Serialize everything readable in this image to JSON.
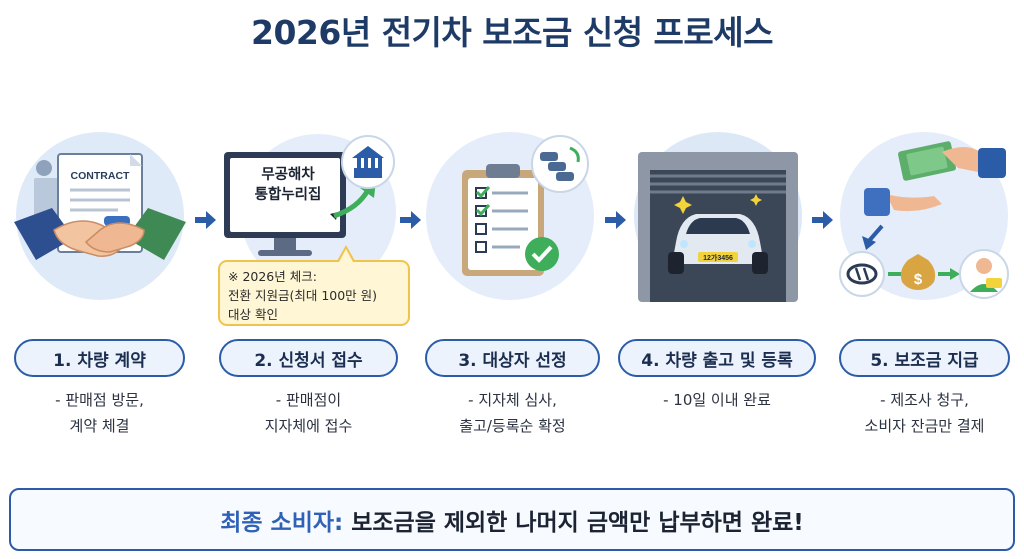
{
  "title": "2026년 전기차 보조금 신청 프로세스",
  "steps": [
    {
      "label": "1. 차량 계약",
      "desc": [
        "- 판매점 방문,",
        "계약 체결"
      ]
    },
    {
      "label": "2. 신청서 접수",
      "desc": [
        "- 판매점이",
        "지자체에 접수"
      ]
    },
    {
      "label": "3. 대상자 선정",
      "desc": [
        "- 지자체 심사,",
        "출고/등록순 확정"
      ]
    },
    {
      "label": "4. 차량 출고 및 등록",
      "desc": [
        "- 10일 이내 완료"
      ]
    },
    {
      "label": "5. 보조금 지급",
      "desc": [
        "- 제조사 청구,",
        "소비자 잔금만 결제"
      ]
    }
  ],
  "illustrations": {
    "contract_text": "CONTRACT",
    "screen_lines": [
      "무공해차",
      "통합누리집"
    ],
    "plate_text": "12가3456"
  },
  "note": {
    "lines": [
      "※ 2026년 체크:",
      "전환 지원금(최대 100만 원)",
      "대상 확인"
    ]
  },
  "footer": {
    "highlight": "최종 소비자:",
    "text": "보조금을 제외한 나머지 금액만 납부하면 완료!"
  },
  "icons": [
    "handshake-icon",
    "contract-document-icon",
    "computer-monitor-icon",
    "government-building-icon",
    "checklist-clipboard-icon",
    "check-badge-icon",
    "car-queue-icon",
    "garage-car-icon",
    "cash-hand-icon",
    "hyundai-logo-icon",
    "money-bag-icon",
    "customer-card-icon",
    "arrow-right-icon"
  ],
  "colors": {
    "primary": "#2b5ca8",
    "title": "#1e3a66",
    "pill_bg": "#ecf3fd",
    "note_bg": "#fff6d6",
    "note_border": "#f0c44c",
    "check_green": "#3fae5a"
  }
}
